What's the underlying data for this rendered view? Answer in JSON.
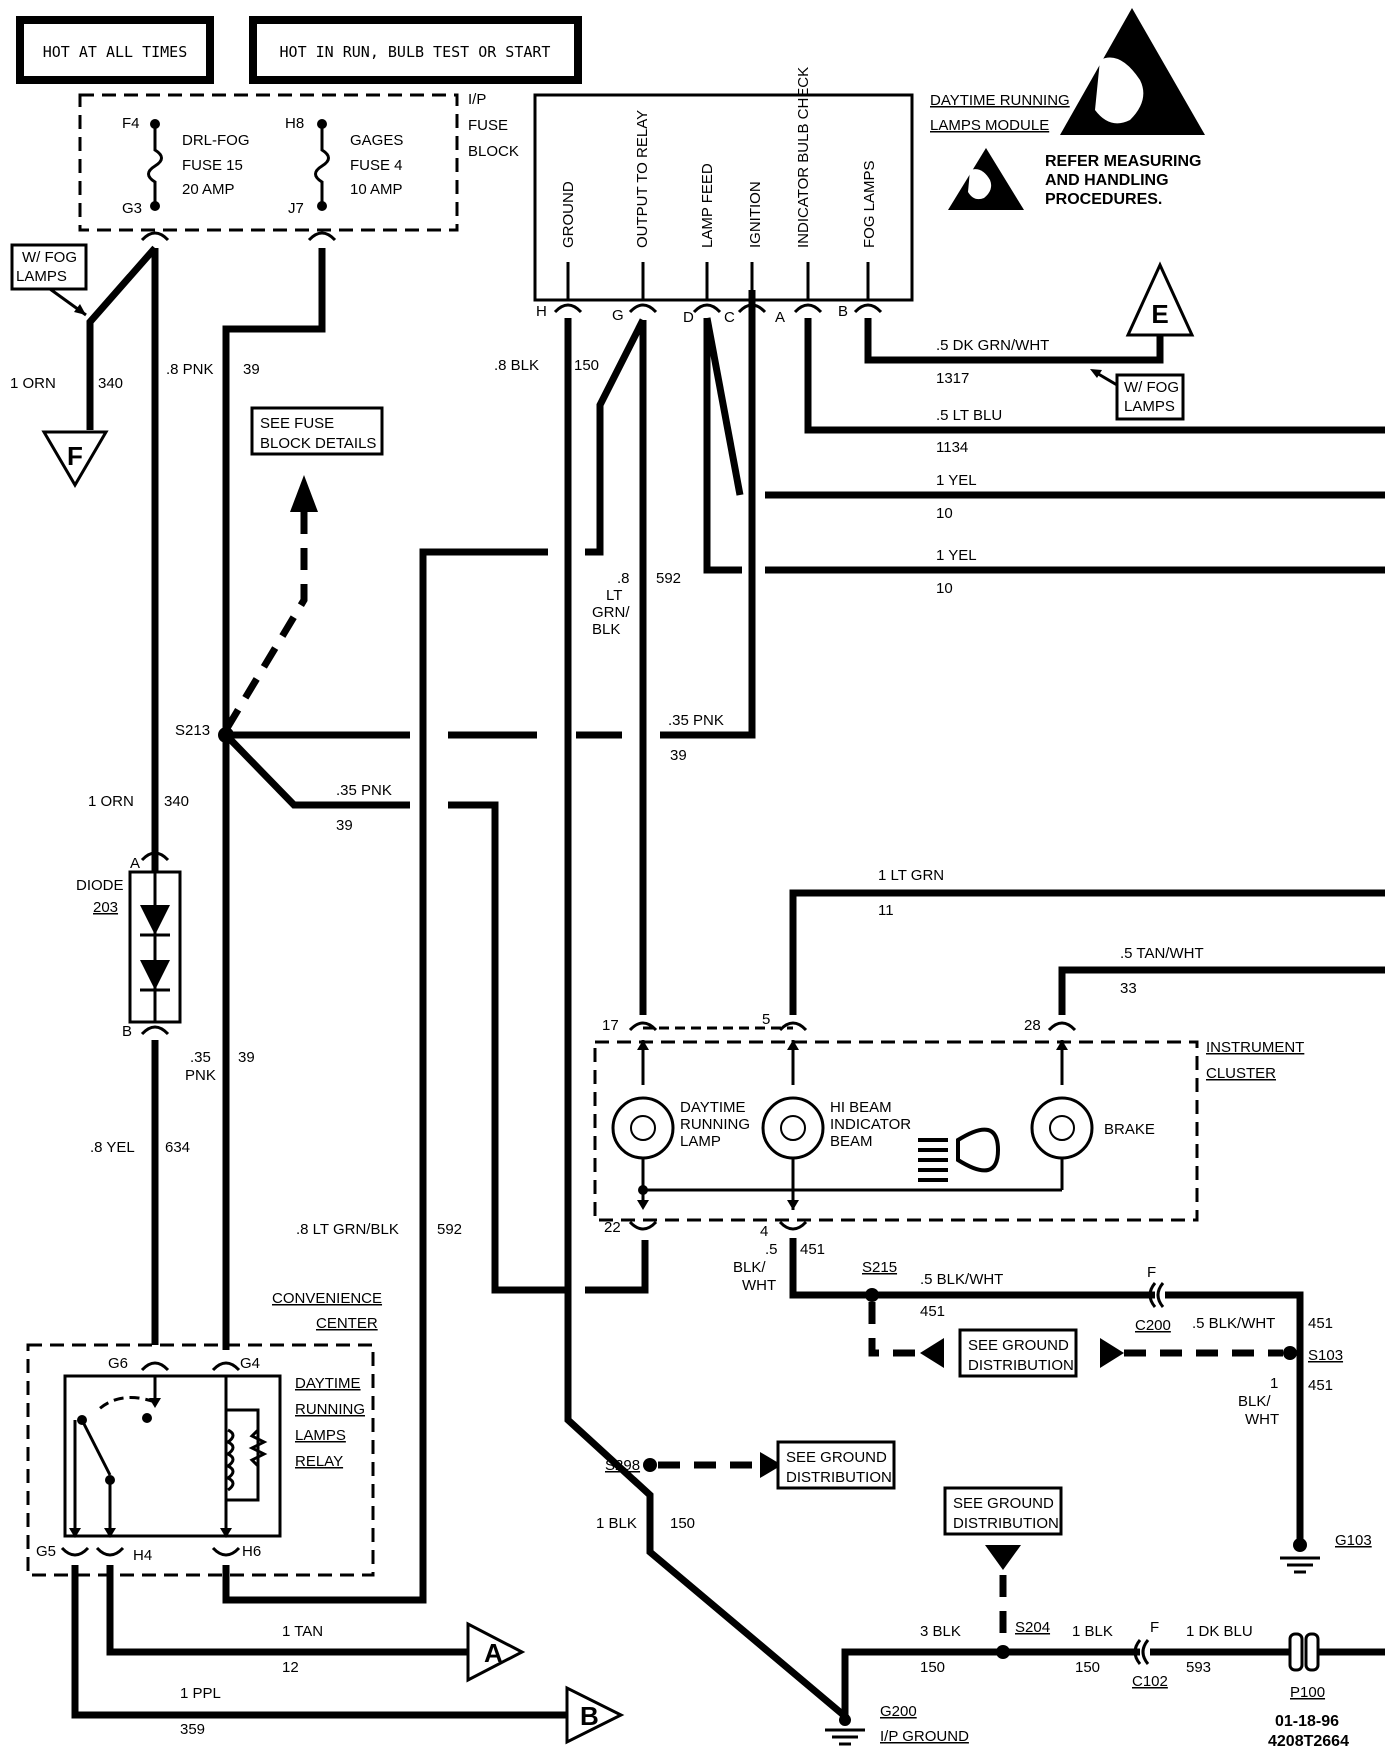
{
  "headers": {
    "hot_all": "HOT AT ALL TIMES",
    "hot_run": "HOT IN RUN, BULB TEST OR START"
  },
  "fuse_block": {
    "label": [
      "I/P",
      "FUSE",
      "BLOCK"
    ],
    "fuse15": [
      "DRL-FOG",
      "FUSE 15",
      "20 AMP"
    ],
    "fuse4": [
      "GAGES",
      "FUSE 4",
      "10 AMP"
    ],
    "pins": {
      "f4": "F4",
      "g3": "G3",
      "h8": "H8",
      "j7": "J7"
    }
  },
  "fog_note": [
    "W/ FOG",
    "LAMPS"
  ],
  "module": {
    "title": [
      "DAYTIME RUNNING",
      "LAMPS MODULE"
    ],
    "esd_note": [
      "REFER MEASURING",
      "AND HANDLING",
      "PROCEDURES."
    ],
    "terminals": [
      "GROUND",
      "OUTPUT TO RELAY",
      "LAMP FEED",
      "IGNITION",
      "INDICATOR BULB CHECK",
      "FOG LAMPS"
    ],
    "pins": [
      "H",
      "G",
      "D",
      "C",
      "A",
      "B"
    ]
  },
  "connectors": {
    "e": "E",
    "f": "F",
    "a": "A",
    "b": "B"
  },
  "wires": {
    "orn_340": {
      "gauge": "1 ORN",
      "circuit": "340"
    },
    "pnk_39": {
      "gauge": ".8 PNK",
      "circuit": "39"
    },
    "blk_150": {
      "gauge": ".8 BLK",
      "circuit": "150"
    },
    "fog_1317": {
      "gauge": ".5 DK GRN/WHT",
      "circuit": "1317"
    },
    "ltblu_1134": {
      "gauge": ".5 LT BLU",
      "circuit": "1134"
    },
    "yel_10a": {
      "gauge": "1 YEL",
      "circuit": "10"
    },
    "yel_10b": {
      "gauge": "1 YEL",
      "circuit": "10"
    },
    "ltgrnblk_592": {
      "gauge": [
        ".8",
        "LT",
        "GRN/",
        "BLK"
      ],
      "circuit": "592"
    },
    "pnk35_a": {
      "gauge": ".35 PNK",
      "circuit": "39"
    },
    "pnk35_b": {
      "gauge": ".35 PNK",
      "circuit": "39"
    },
    "orn_340b": {
      "gauge": "1 ORN",
      "circuit": "340"
    },
    "pnk35_c": {
      "gauge": [
        ".35",
        "PNK"
      ],
      "circuit": "39"
    },
    "yel_634": {
      "gauge": ".8 YEL",
      "circuit": "634"
    },
    "ltgrnblk_592b": {
      "gauge": ".8 LT GRN/BLK",
      "circuit": "592"
    },
    "ltgrn_11": {
      "gauge": "1 LT GRN",
      "circuit": "11"
    },
    "tanwht_33": {
      "gauge": ".5 TAN/WHT",
      "circuit": "33"
    },
    "blkwht_451a": {
      "gauge": [
        ".5",
        "BLK/",
        "WHT"
      ],
      "circuit": "451"
    },
    "blkwht_451b": {
      "gauge": ".5 BLK/WHT",
      "circuit": "451"
    },
    "blkwht_451c": {
      "gauge": ".5 BLK/WHT",
      "circuit": "451"
    },
    "blkwht_451d": {
      "gauge": [
        "1",
        "BLK/",
        "WHT"
      ],
      "circuit": "451"
    },
    "blk_150b": {
      "gauge": "1 BLK",
      "circuit": "150"
    },
    "blk3_150": {
      "gauge": "3 BLK",
      "circuit": "150"
    },
    "blk1_150c": {
      "gauge": "1 BLK",
      "circuit": "150"
    },
    "dkblu_593": {
      "gauge": "1 DK BLU",
      "circuit": "593"
    },
    "tan_12": {
      "gauge": "1 TAN",
      "circuit": "12"
    },
    "ppl_359": {
      "gauge": "1 PPL",
      "circuit": "359"
    }
  },
  "splices": {
    "s213": "S213",
    "s215": "S215",
    "s103": "S103",
    "s298": "S298",
    "s204": "S204"
  },
  "see_fuse": [
    "SEE FUSE",
    "BLOCK DETAILS"
  ],
  "see_ground": [
    "SEE GROUND",
    "DISTRIBUTION"
  ],
  "diode": {
    "label": "DIODE",
    "number": "203",
    "pin_a": "A",
    "pin_b": "B"
  },
  "convenience": {
    "label": [
      "CONVENIENCE",
      "CENTER"
    ],
    "relay": [
      "DAYTIME",
      "RUNNING",
      "LAMPS",
      "RELAY"
    ],
    "pins": [
      "G6",
      "G4",
      "G5",
      "H4",
      "H6"
    ]
  },
  "cluster": {
    "label": [
      "INSTRUMENT",
      "CLUSTER"
    ],
    "lamps": [
      [
        "DAYTIME",
        "RUNNING",
        "LAMP"
      ],
      [
        "HI BEAM",
        "INDICATOR",
        "BEAM"
      ],
      [
        "BRAKE"
      ]
    ],
    "pins": {
      "p17": "17",
      "p5": "5",
      "p28": "28",
      "p22": "22",
      "p4": "4"
    }
  },
  "grounds": {
    "g103": "G103",
    "g200": [
      "G200",
      "I/P GROUND"
    ]
  },
  "inline": {
    "c200": "C200",
    "c102": "C102",
    "p100": "P100",
    "f1": "F",
    "f2": "F"
  },
  "footer": [
    "01-18-96",
    "4208T2664"
  ]
}
